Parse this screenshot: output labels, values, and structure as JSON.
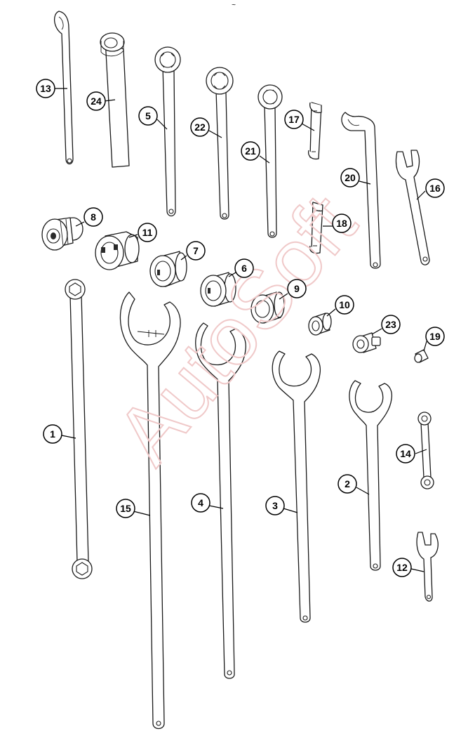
{
  "top_mark": "~",
  "watermark": "AutoSoft",
  "callouts": {
    "c1": "1",
    "c2": "2",
    "c3": "3",
    "c4": "4",
    "c5": "5",
    "c6": "6",
    "c7": "7",
    "c8": "8",
    "c9": "9",
    "c10": "10",
    "c11": "11",
    "c12": "12",
    "c13": "13",
    "c14": "14",
    "c15": "15",
    "c16": "16",
    "c17": "17",
    "c18": "18",
    "c19": "19",
    "c20": "20",
    "c21": "21",
    "c22": "22",
    "c23": "23",
    "c24": "24"
  },
  "colors": {
    "line": "#1a1a1a",
    "background": "#ffffff",
    "watermark": "#f0c9c9"
  }
}
